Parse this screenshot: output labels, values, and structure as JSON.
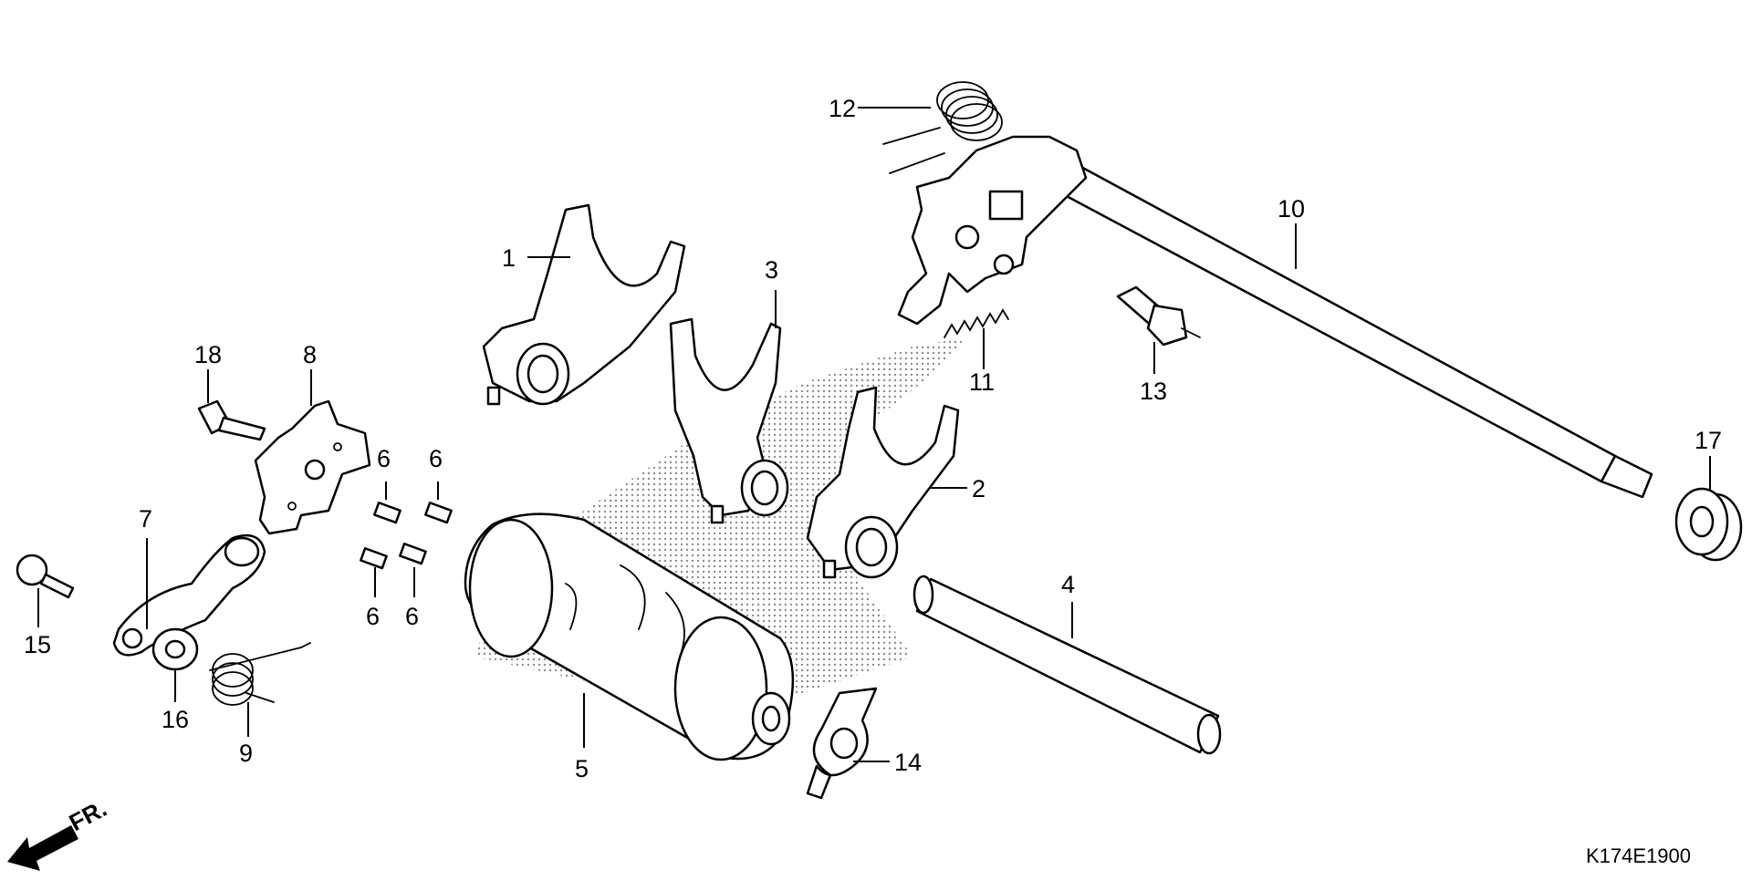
{
  "diagram": {
    "callouts": [
      "1",
      "2",
      "3",
      "4",
      "5",
      "6",
      "6",
      "6",
      "6",
      "7",
      "8",
      "9",
      "10",
      "11",
      "12",
      "13",
      "14",
      "15",
      "16",
      "17",
      "18"
    ],
    "drawing_code": "K174E1900",
    "direction_label": "FR."
  }
}
